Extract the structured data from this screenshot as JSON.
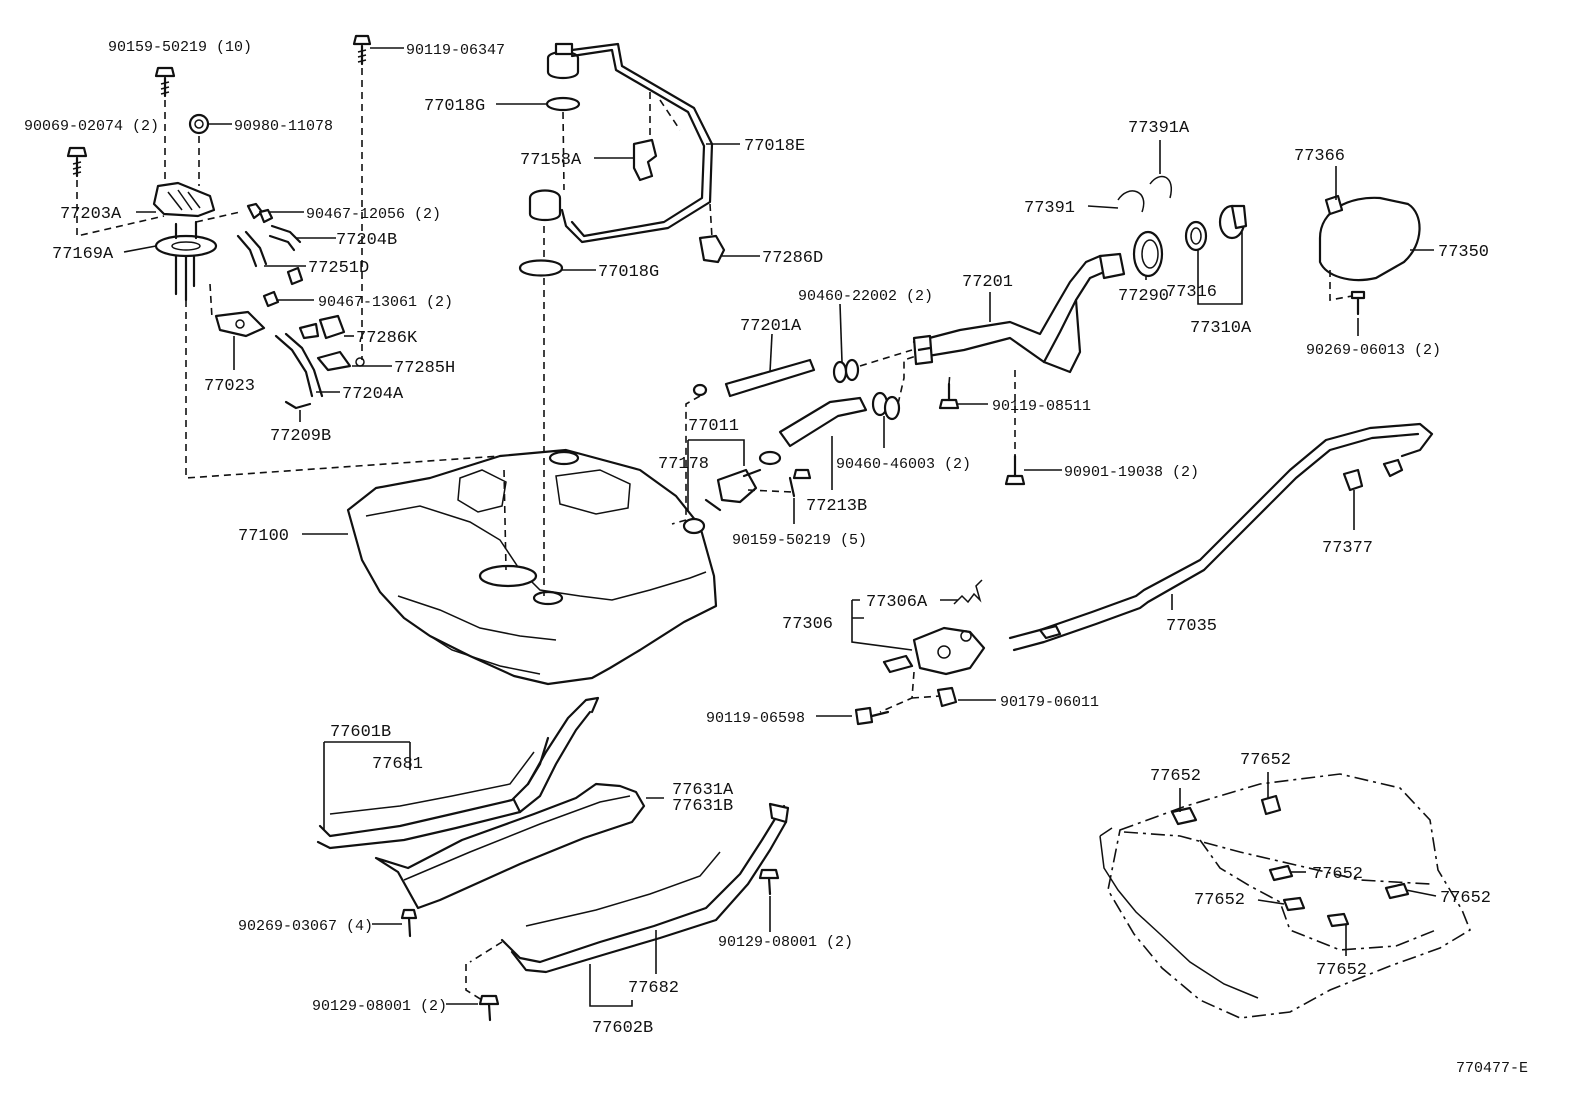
{
  "labels": {
    "p90159_50219_10": "90159-50219 (10)",
    "p90119_06347": "90119-06347",
    "p90069_02074_2": "90069-02074 (2)",
    "p90980_11078": "90980-11078",
    "p77203A": "77203A",
    "p77169A": "77169A",
    "p90467_12056_2": "90467-12056 (2)",
    "p77204B": "77204B",
    "p77251D": "77251D",
    "p90467_13061_2": "90467-13061 (2)",
    "p77286K": "77286K",
    "p77285H": "77285H",
    "p77023": "77023",
    "p77204A": "77204A",
    "p77209B": "77209B",
    "p77018G_top": "77018G",
    "p77158A": "77158A",
    "p77018E": "77018E",
    "p77286D": "77286D",
    "p77018G_mid": "77018G",
    "p77100": "77100",
    "p77391A": "77391A",
    "p77391": "77391",
    "p77366": "77366",
    "p77350": "77350",
    "p77201": "77201",
    "p90460_22002_2": "90460-22002 (2)",
    "p77201A": "77201A",
    "p77316": "77316",
    "p77290": "77290",
    "p77310A": "77310A",
    "p90269_06013_2": "90269-06013 (2)",
    "p90119_08511": "90119-08511",
    "p77011": "77011",
    "p77178": "77178",
    "p90460_46003_2": "90460-46003 (2)",
    "p90901_19038_2": "90901-19038 (2)",
    "p77213B": "77213B",
    "p90159_50219_5": "90159-50219 (5)",
    "p77377": "77377",
    "p77306A": "77306A",
    "p77306": "77306",
    "p77035": "77035",
    "p90119_06598": "90119-06598",
    "p90179_06011": "90179-06011",
    "p77601B": "77601B",
    "p77681": "77681",
    "p77631A": "77631A",
    "p77631B": "77631B",
    "p90269_03067_4": "90269-03067 (4)",
    "p90129_08001_2_right": "90129-08001 (2)",
    "p77682": "77682",
    "p90129_08001_2_left": "90129-08001 (2)",
    "p77602B": "77602B",
    "p77652_a": "77652",
    "p77652_b": "77652",
    "p77652_c": "77652",
    "p77652_d": "77652",
    "p77652_e": "77652",
    "p77652_f": "77652",
    "figure_code": "770477-E"
  }
}
